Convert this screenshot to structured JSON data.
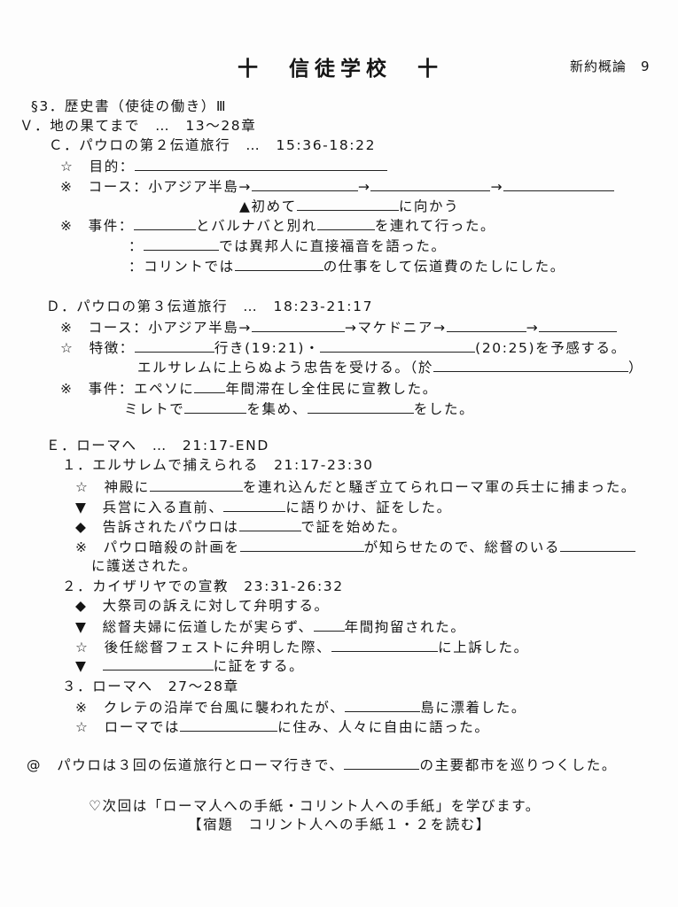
{
  "header": {
    "title": "十　信徒学校　十",
    "course": "新約概論　9"
  },
  "lines": [
    [
      "§3．歴史書（使徒の働き）Ⅲ"
    ],
    [
      "Ｖ．地の果てまで　…　13～28章"
    ],
    [
      "Ｃ．パウロの第２伝道旅行　…　15:36-18:22"
    ],
    [
      "☆　目的："
    ],
    [
      "※　コース：小アジア半島→",
      "→",
      "→"
    ],
    [
      "▲初めて",
      "に向かう"
    ],
    [
      "※　事件：",
      "とバルナバと別れ",
      "を連れて行った。"
    ],
    [
      "：",
      "では異邦人に直接福音を語った。"
    ],
    [
      "：コリントでは",
      "の仕事をして伝道費のたしにした。"
    ],
    [
      "Ｄ．パウロの第３伝道旅行　…　18:23-21:17"
    ],
    [
      "※　コース：小アジア半島→",
      "→マケドニア→",
      "→"
    ],
    [
      "☆　特徴：",
      "行き(19:21)・",
      "(20:25)を予感する。"
    ],
    [
      "エルサレムに上らぬよう忠告を受ける。（於",
      "）"
    ],
    [
      "※　事件：エペソに",
      "年間滞在し全住民に宣教した。"
    ],
    [
      "ミレトで",
      "を集め、",
      "をした。"
    ],
    [
      "Ｅ．ローマへ　…　21:17-END"
    ],
    [
      "１．エルサレムで捕えられる　21:17-23:30"
    ],
    [
      "☆　神殿に",
      "を連れ込んだと騒ぎ立てられローマ軍の兵士に捕まった。"
    ],
    [
      "▼　兵営に入る直前、",
      "に語りかけ、証をした。"
    ],
    [
      "◆　告訴されたパウロは",
      "で証を始めた。"
    ],
    [
      "※　パウロ暗殺の計画を",
      "が知らせたので、総督のいる"
    ],
    [
      "に護送された。"
    ],
    [
      "２．カイザリヤでの宣教　23:31-26:32"
    ],
    [
      "◆　大祭司の訴えに対して弁明する。"
    ],
    [
      "▼　総督夫婦に伝道したが実らず、",
      "年間拘留された。"
    ],
    [
      "☆　後任総督フェストに弁明した際、",
      "に上訴した。"
    ],
    [
      "▼　",
      "に証をする。"
    ],
    [
      "３．ローマへ　27～28章"
    ],
    [
      "※　クレテの沿岸で台風に襲われたが、",
      "島に漂着した。"
    ],
    [
      "☆　ローマでは",
      "に住み、人々に自由に語った。"
    ],
    [
      "@　パウロは３回の伝道旅行とローマ行きで、",
      "の主要都市を巡りつくした。"
    ],
    [
      "♡次回は「ローマ人への手紙・コリント人への手紙」を学びます。"
    ],
    [
      "【宿題　コリント人への手紙１・２を読む】"
    ]
  ]
}
